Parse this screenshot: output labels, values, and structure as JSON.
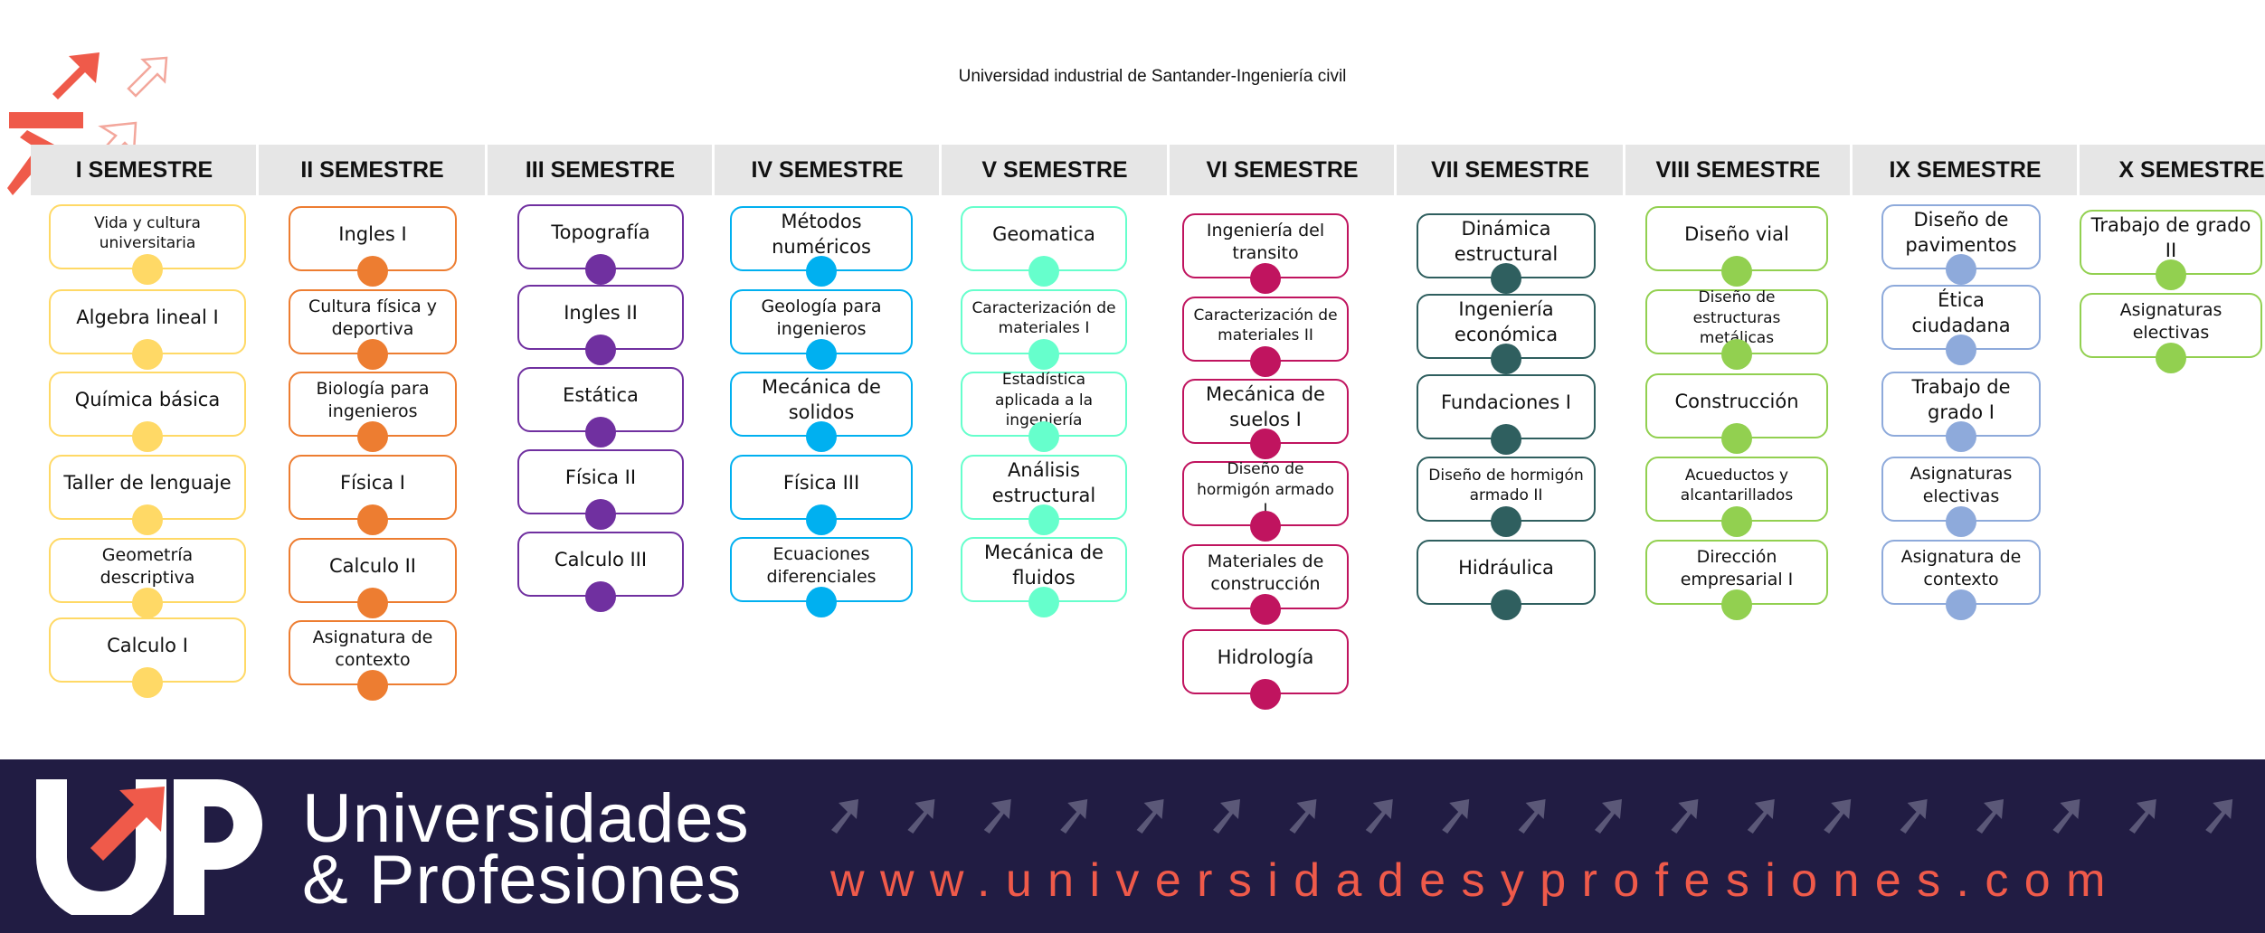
{
  "title": "Universidad industrial de Santander-Ingeniería civil",
  "brand": {
    "line1": "Universidades",
    "line2": "& Profesiones",
    "url": "www.universidadesyprofesiones.com",
    "logo_icon": "up-logo-icon",
    "colors": {
      "navy": "#211c43",
      "coral": "#ef5a4a"
    }
  },
  "semesters": [
    {
      "name": "I SEMESTRE",
      "color": "#ffd966",
      "courses": [
        "Vida y cultura universitaria",
        "Algebra lineal I",
        "Química básica",
        "Taller de lenguaje",
        "Geometría descriptiva",
        "Calculo I"
      ]
    },
    {
      "name": "II SEMESTRE",
      "color": "#ed7d31",
      "courses": [
        "Ingles I",
        "Cultura física y deportiva",
        "Biología para ingenieros",
        "Física I",
        "Calculo II",
        "Asignatura de contexto"
      ]
    },
    {
      "name": "III SEMESTRE",
      "color": "#7030a0",
      "courses": [
        "Topografía",
        "Ingles II",
        "Estática",
        "Física II",
        "Calculo III"
      ]
    },
    {
      "name": "IV SEMESTRE",
      "color": "#00b0f0",
      "courses": [
        "Métodos numéricos",
        "Geología para ingenieros",
        "Mecánica de solidos",
        "Física III",
        "Ecuaciones diferenciales"
      ]
    },
    {
      "name": "V SEMESTRE",
      "color": "#66ffcc",
      "courses": [
        "Geomatica",
        "Caracterización de materiales I",
        "Estadística aplicada a la ingeniería",
        "Análisis estructural",
        "Mecánica de fluidos"
      ]
    },
    {
      "name": "VI SEMESTRE",
      "color": "#c0145f",
      "courses": [
        "Ingeniería del transito",
        "Caracterización de materiales II",
        "Mecánica de suelos I",
        "Diseño de hormigón armado I",
        "Materiales de construcción",
        "Hidrología"
      ]
    },
    {
      "name": "VII SEMESTRE",
      "color": "#2f5f5f",
      "courses": [
        "Dinámica estructural",
        "Ingeniería económica",
        "Fundaciones I",
        "Diseño de hormigón armado II",
        "Hidráulica"
      ]
    },
    {
      "name": "VIII SEMESTRE",
      "color": "#92d050",
      "courses": [
        "Diseño vial",
        "Diseño de estructuras metálicas",
        "Construcción",
        "Acueductos y alcantarillados",
        "Dirección empresarial I"
      ]
    },
    {
      "name": "IX SEMESTRE",
      "color": "#8eaadb",
      "courses": [
        "Diseño de pavimentos",
        "Ética ciudadana",
        "Trabajo de grado I",
        "Asignaturas electivas",
        "Asignatura de contexto"
      ]
    },
    {
      "name": "X SEMESTRE",
      "color": "#92d050",
      "courses": [
        "Trabajo de grado II",
        "Asignaturas electivas"
      ]
    }
  ]
}
